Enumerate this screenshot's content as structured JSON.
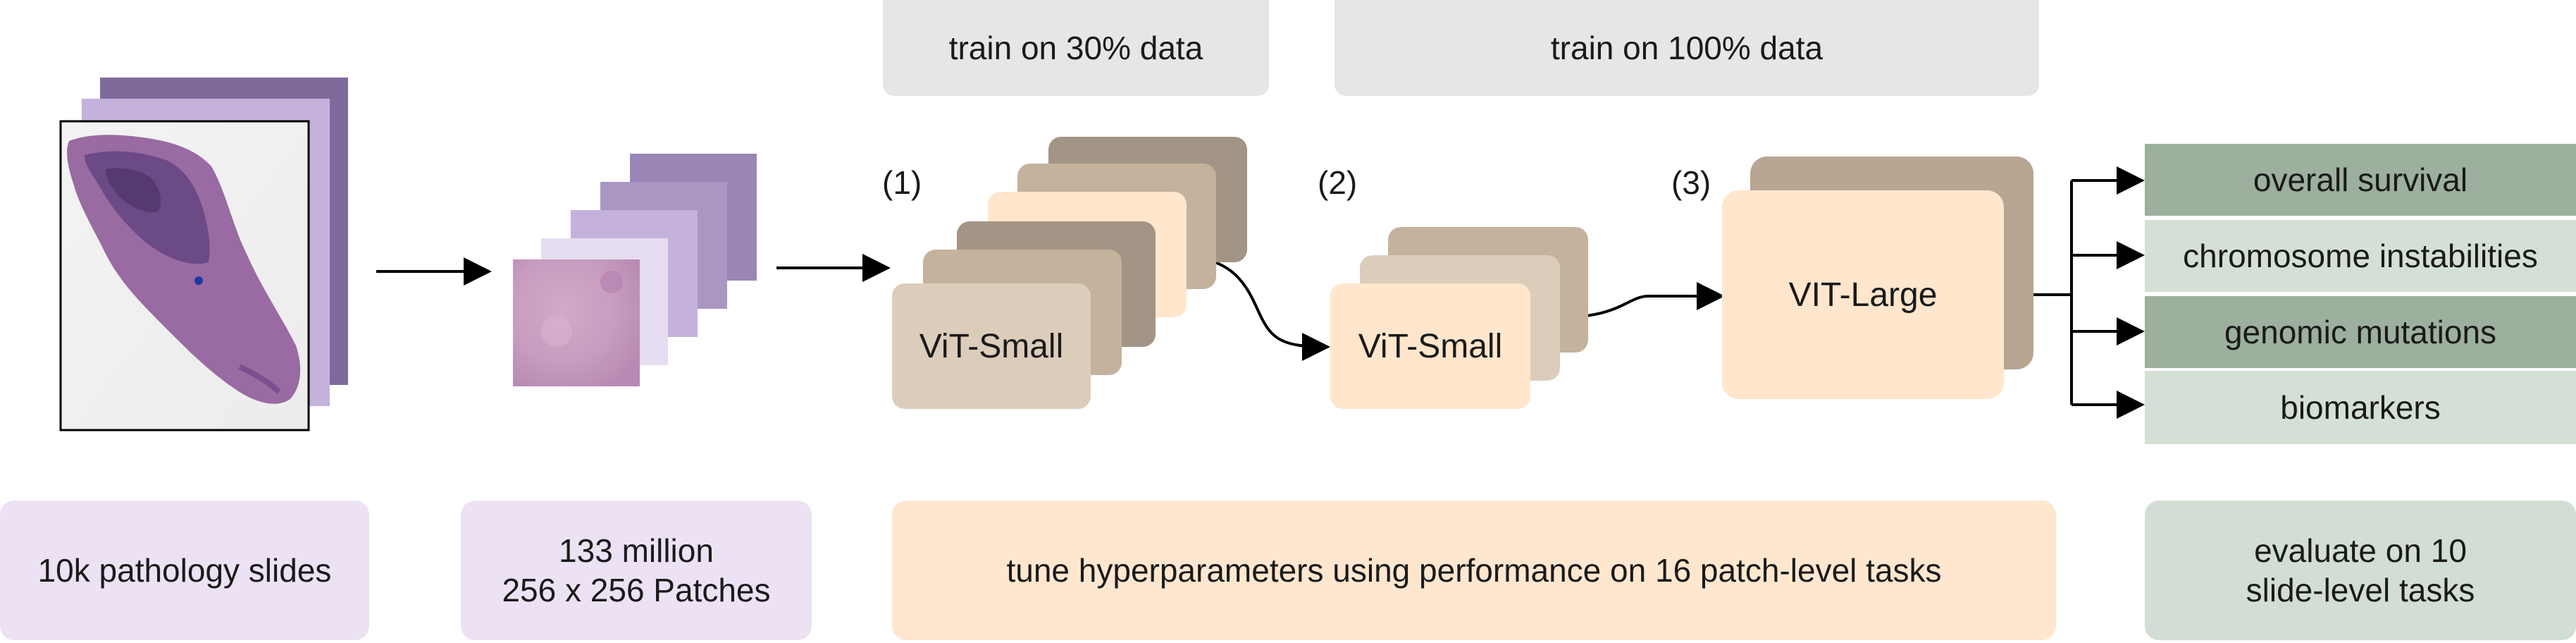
{
  "colors": {
    "slide_purple_dark": "#7e6b9c",
    "slide_purple_mid": "#9a86b6",
    "slide_purple_light": "#c5b2dc",
    "patch_lavender": "#e6dcef",
    "caption_lavender": "#ece2f4",
    "caption_peach": "#ffe7cf",
    "caption_green": "#d2ded3",
    "banner_gray": "#e6e6e6",
    "vit_dark": "#a39585",
    "vit_mid": "#c4b29d",
    "vit_light": "#dccdbb",
    "vit_peach": "#ffe6cc",
    "task_dark": "#9cb09d",
    "task_light": "#d4e0d5"
  },
  "top_banners": {
    "train30": "train on 30% data",
    "train100": "train on 100% data"
  },
  "stages": {
    "s1": "(1)",
    "s2": "(2)",
    "s3": "(3)"
  },
  "models": {
    "small1": "ViT-Small",
    "small2": "ViT-Small",
    "large": "VIT-Large"
  },
  "tasks": [
    "overall survival",
    "chromosome instabilities",
    "genomic mutations",
    "biomarkers"
  ],
  "captions": {
    "slides": "10k pathology slides",
    "patches": "133 million\n256 x 256 Patches",
    "tune": "tune hyperparameters using performance on 16 patch-level tasks",
    "evaluate": "evaluate on 10\nslide-level tasks"
  }
}
